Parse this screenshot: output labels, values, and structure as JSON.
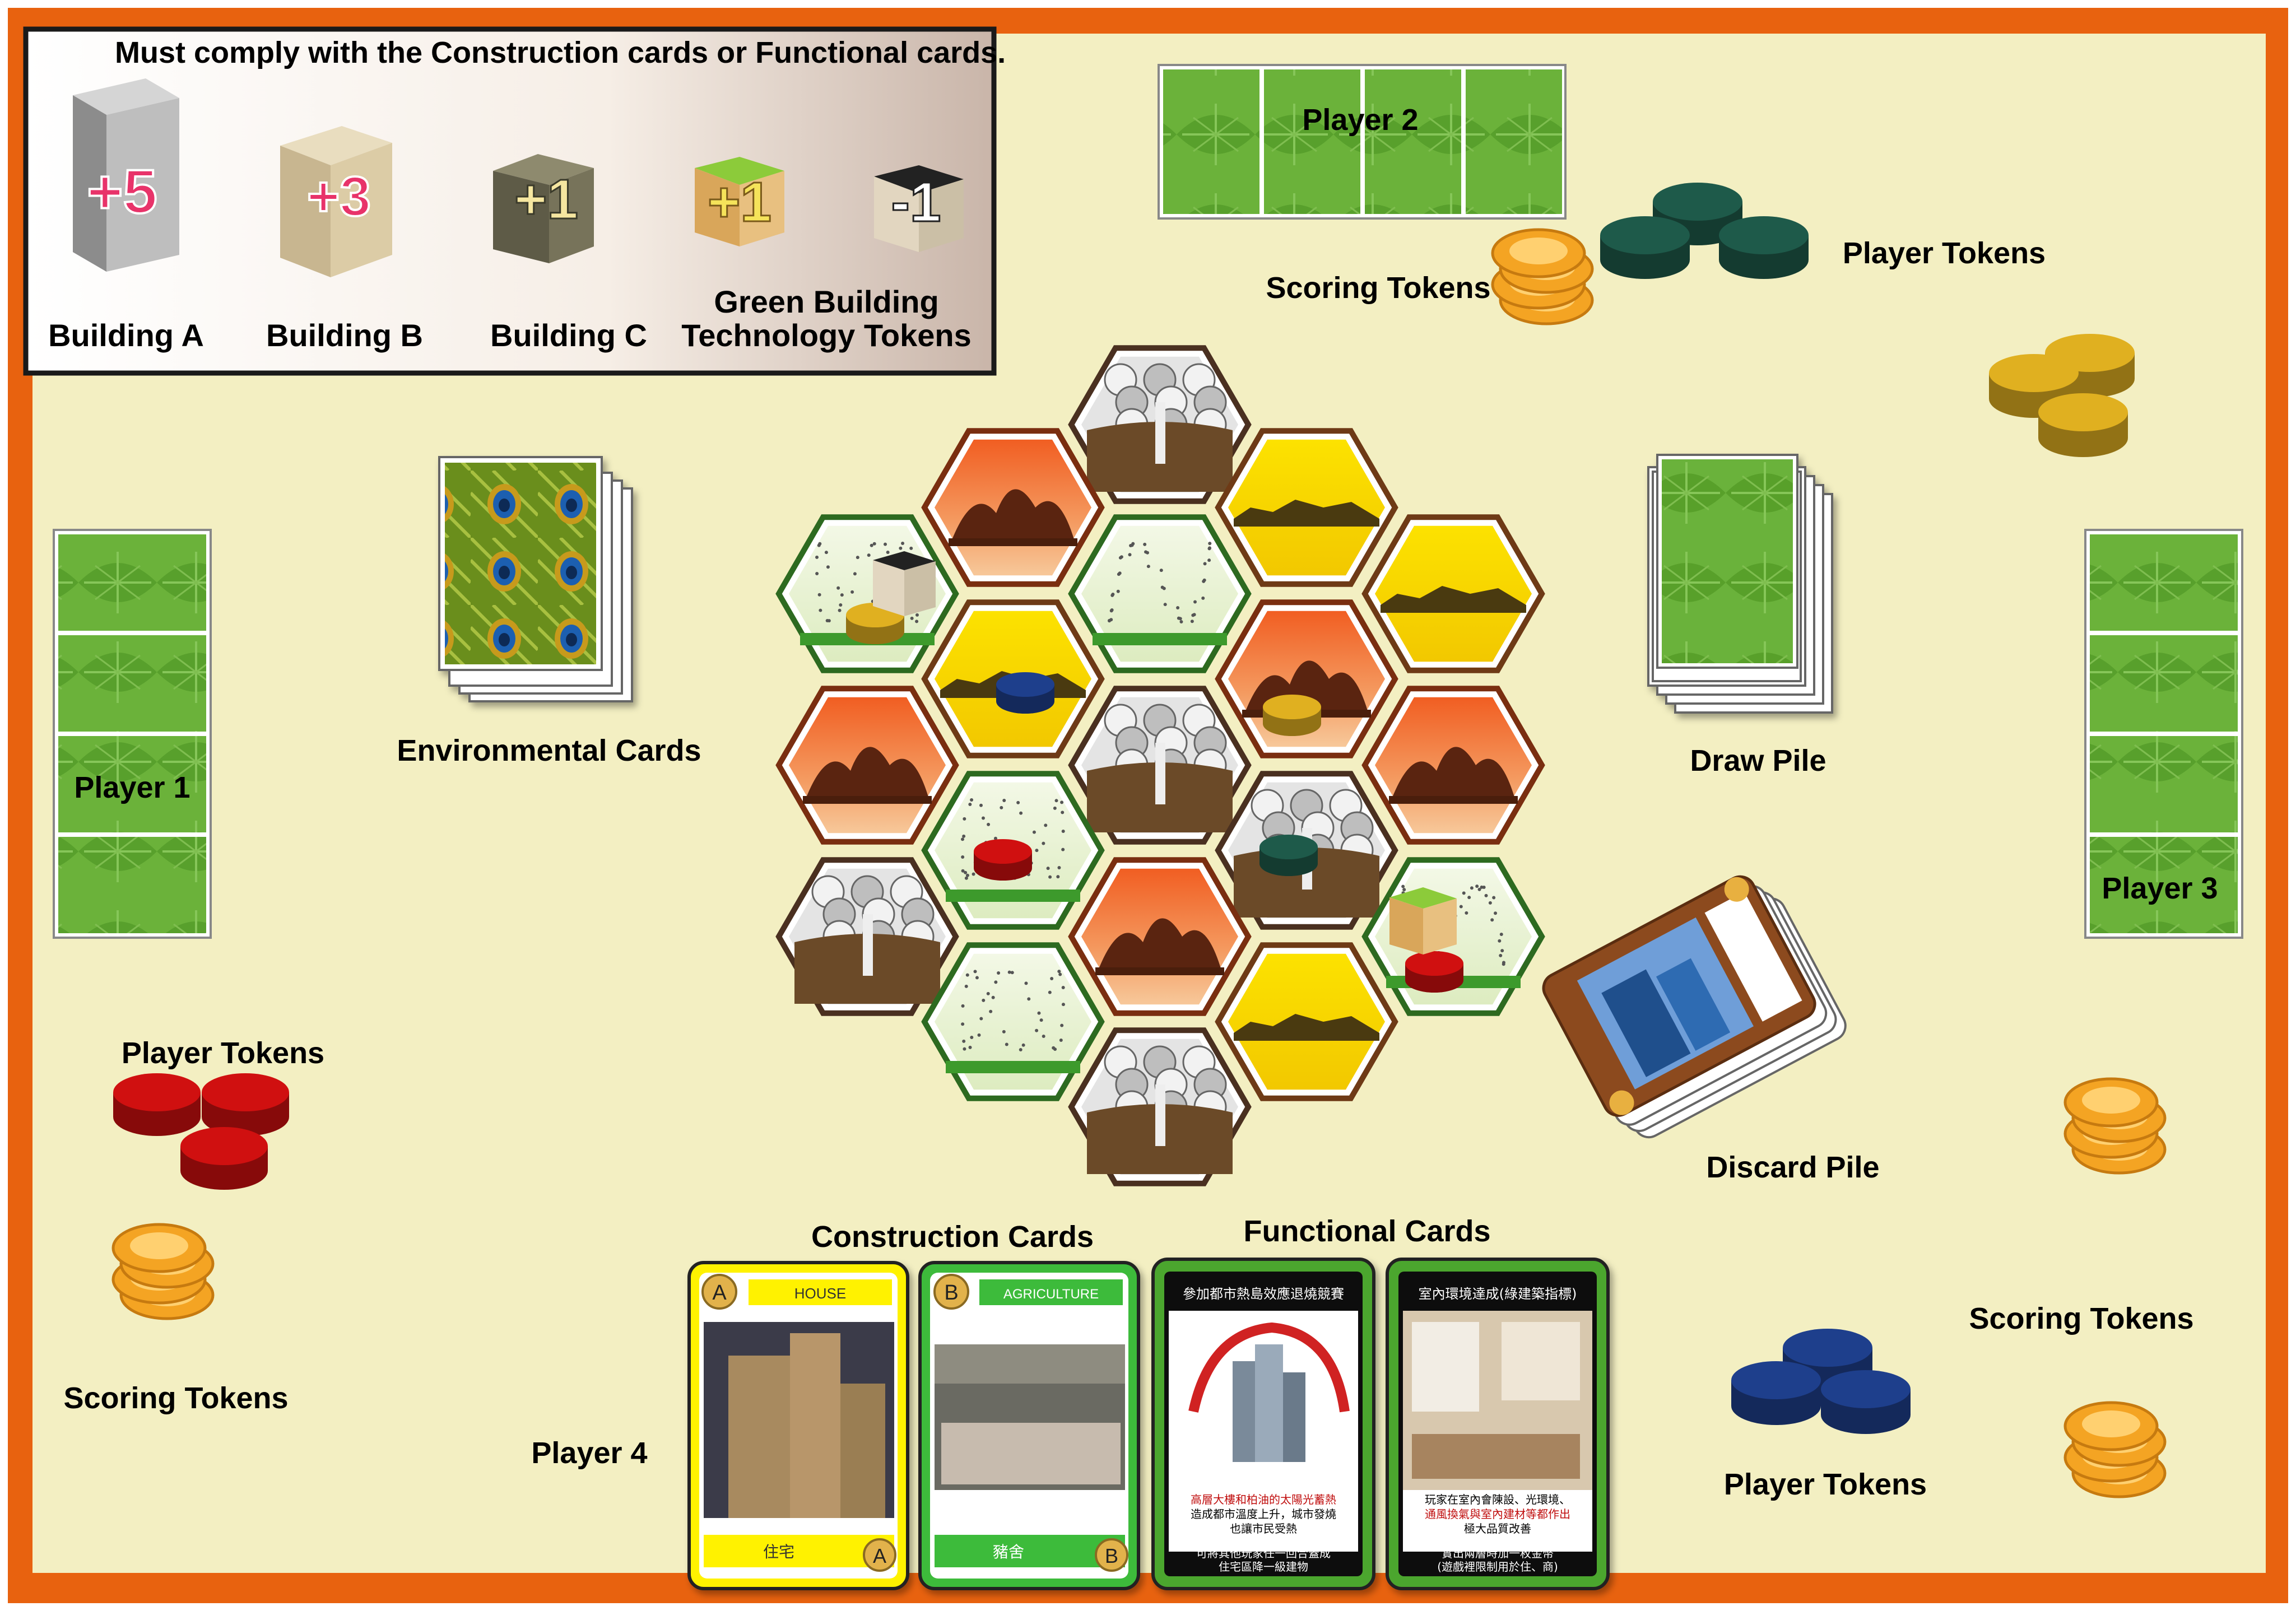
{
  "legend": {
    "title": "Must comply with the Construction cards or Functional cards.",
    "items": [
      {
        "value": "+5",
        "label": "Building A"
      },
      {
        "value": "+3",
        "label": "Building B"
      },
      {
        "value": "+1",
        "label": "Building C"
      },
      {
        "value": "+1",
        "label_line1": "Green Building",
        "label_line2": "Technology Tokens"
      },
      {
        "value": "-1"
      }
    ]
  },
  "board": {
    "environmental_cards": "Environmental Cards",
    "draw_pile": "Draw Pile",
    "discard_pile": "Discard Pile",
    "construction_cards": "Construction Cards",
    "functional_cards": "Functional Cards",
    "players": {
      "p1": "Player 1",
      "p2": "Player 2",
      "p3": "Player 3",
      "p4": "Player 4"
    },
    "player_tokens": "Player Tokens",
    "scoring_tokens": "Scoring Tokens"
  },
  "cards": {
    "house": {
      "badge": "A",
      "title": "HOUSE",
      "footer": "住宅"
    },
    "agriculture": {
      "badge": "B",
      "title": "AGRICULTURE",
      "footer": "豬舍"
    },
    "functional1": {
      "title": "參加都市熱島效應退燒競賽",
      "body1": "高層大樓和柏油的太陽光蓄熱",
      "body2": "造成都市溫度上升，城市發燒",
      "body3": "也讓市民受熱",
      "footer1": "可將其他玩家任一回合蓋成",
      "footer2": "住宅區降一級建物"
    },
    "functional2": {
      "title": "室內環境達成(綠建築指標)",
      "body1": "玩家在室內會陳設、光環境、",
      "body2": "通風換氣與室內建材等都作出",
      "body3": "極大品質改善",
      "footer1": "實出兩層時加一枚金幣",
      "footer2": "(遊戲裡限制用於住、商)"
    }
  },
  "colors": {
    "border": "#E8620F",
    "board_bg": "#F3EFC2",
    "leaf_green": "#5DA82D",
    "token_red": "#D01010",
    "token_blue": "#1E3F8C",
    "token_teal": "#1E5A4A",
    "token_yellow": "#E0B020",
    "coin": "#F2A020",
    "hex_orange": "#F08040",
    "hex_yellow": "#F5D21A",
    "hex_green": "#E6F2C8",
    "hex_gray": "#D8D8D8"
  }
}
